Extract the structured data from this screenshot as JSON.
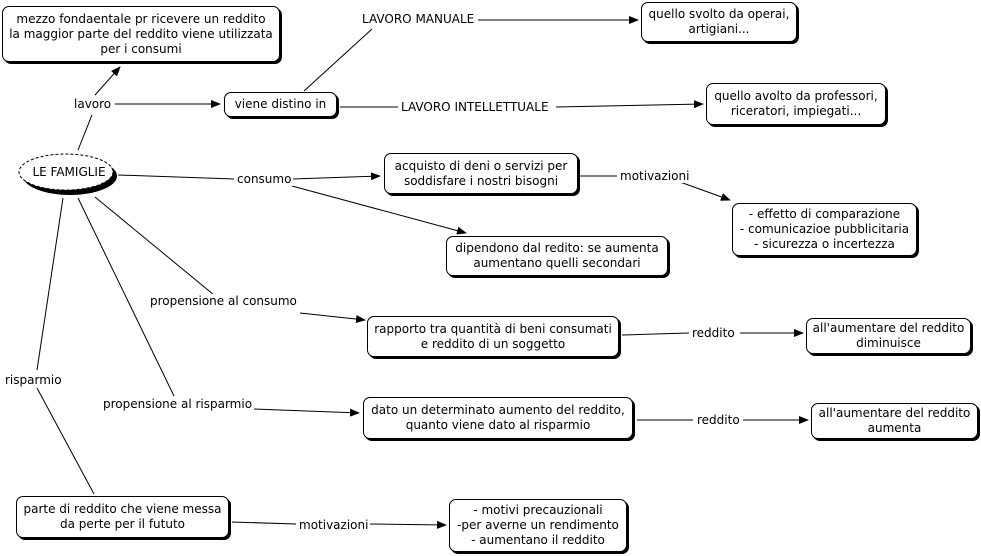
{
  "root": {
    "label": "LE FAMIGLIE"
  },
  "nodes": {
    "mezzo": "mezzo fondaentale pr ricevere un reddito\nla maggior parte del reddito viene utilizzata\nper i consumi",
    "distinto": "viene distino in",
    "operai": "quello svolto da operai,\nartigiani...",
    "professori": "quello avolto da professori,\nriceratori, impiegati...",
    "acquisto": "acquisto di deni o servizi per\nsoddisfare i nostri bisogni",
    "effetti": "- effetto di comparazione\n- comunicazioe pubblicitaria\n- sicurezza o incertezza",
    "dipendono": "dipendono dal redito: se aumenta\naumentano quelli secondari",
    "rapporto": "rapporto tra quantità di beni consumati\ne reddito di un soggetto",
    "diminuisce": "all'aumentare del reddito\ndiminuisce",
    "dato": "dato un determinato aumento del reddito,\nquanto viene dato al risparmio",
    "aumenta": "all'aumentare del reddito\naumenta",
    "parte": "parte di reddito che viene messa\nda perte per il fututo",
    "motivi": "- motivi precauzionali\n-per averne un rendimento\n- aumentano il reddito"
  },
  "labels": {
    "lavoro": "lavoro",
    "manuale": "LAVORO MANUALE",
    "intellettuale": "LAVORO INTELLETTUALE",
    "consumo": "consumo",
    "motivazioni1": "motivazioni",
    "propConsumo": "propensione al consumo",
    "reddito1": "reddito",
    "propRisparmio": "propensione al risparmio",
    "reddito2": "reddito",
    "risparmio": "risparmio",
    "motivazioni2": "motivazioni"
  }
}
